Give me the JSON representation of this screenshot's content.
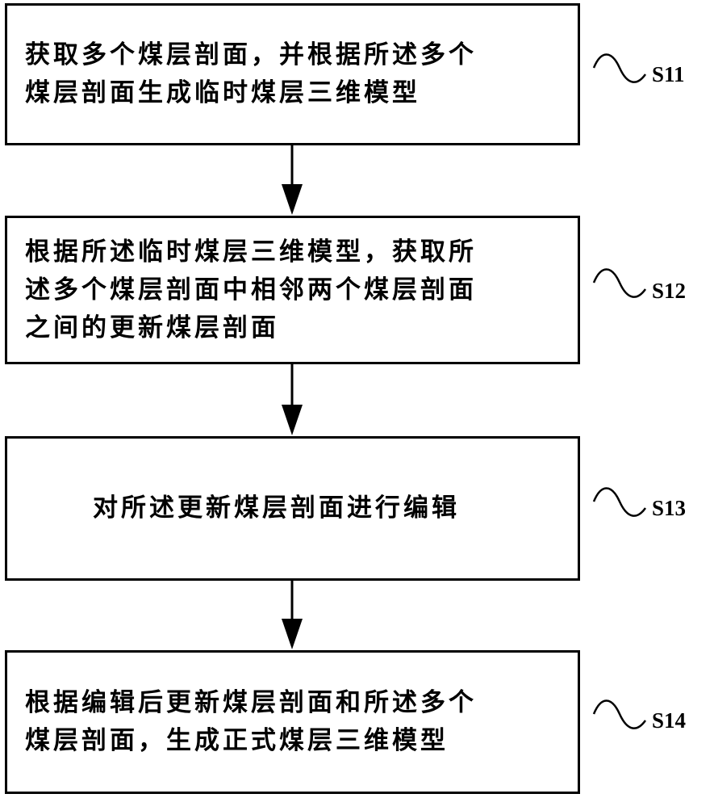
{
  "steps": [
    {
      "id": "S11",
      "text": "获取多个煤层剖面，并根据所述多个\n煤层剖面生成临时煤层三维模型"
    },
    {
      "id": "S12",
      "text": "根据所述临时煤层三维模型，获取所\n述多个煤层剖面中相邻两个煤层剖面\n之间的更新煤层剖面"
    },
    {
      "id": "S13",
      "text": "对所述更新煤层剖面进行编辑"
    },
    {
      "id": "S14",
      "text": "根据编辑后更新煤层剖面和所述多个\n煤层剖面，生成正式煤层三维模型"
    }
  ]
}
